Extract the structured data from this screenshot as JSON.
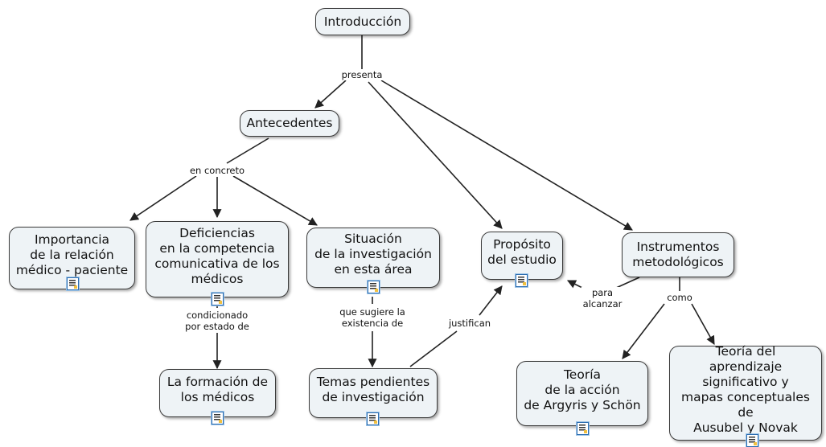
{
  "nodes": {
    "introduccion": "Introducción",
    "antecedentes": "Antecedentes",
    "importancia": "Importancia\nde la relación\nmédico - paciente",
    "deficiencias": "Deficiencias\nen la competencia\ncomunicativa de los\nmédicos",
    "situacion": "Situación\nde la investigación\nen esta área",
    "proposito": "Propósito\ndel estudio",
    "instrumentos": "Instrumentos\nmetodológicos",
    "formacion": "La formación de\nlos médicos",
    "temas": "Temas pendientes\nde investigación",
    "teoria_accion": "Teoría\nde la acción\nde Argyris y Schön",
    "teoria_aprendizaje": "Teoría del\naprendizaje\nsignificativo y\nmapas conceptuales de\nAusubel y Novak"
  },
  "links": {
    "presenta": "presenta",
    "en_concreto": "en concreto",
    "condicionado": "condicionado\npor estado de",
    "que_sugiere": "que sugiere la\nexistencia de",
    "justifican": "justifican",
    "para_alcanzar": "para\nalcanzar",
    "como": "como"
  },
  "icons": [
    "document-icon"
  ],
  "colors": {
    "node_fill": "#eef3f6",
    "node_border": "#3a3a3a",
    "line": "#222222",
    "icon_border": "#2b6cb0"
  }
}
